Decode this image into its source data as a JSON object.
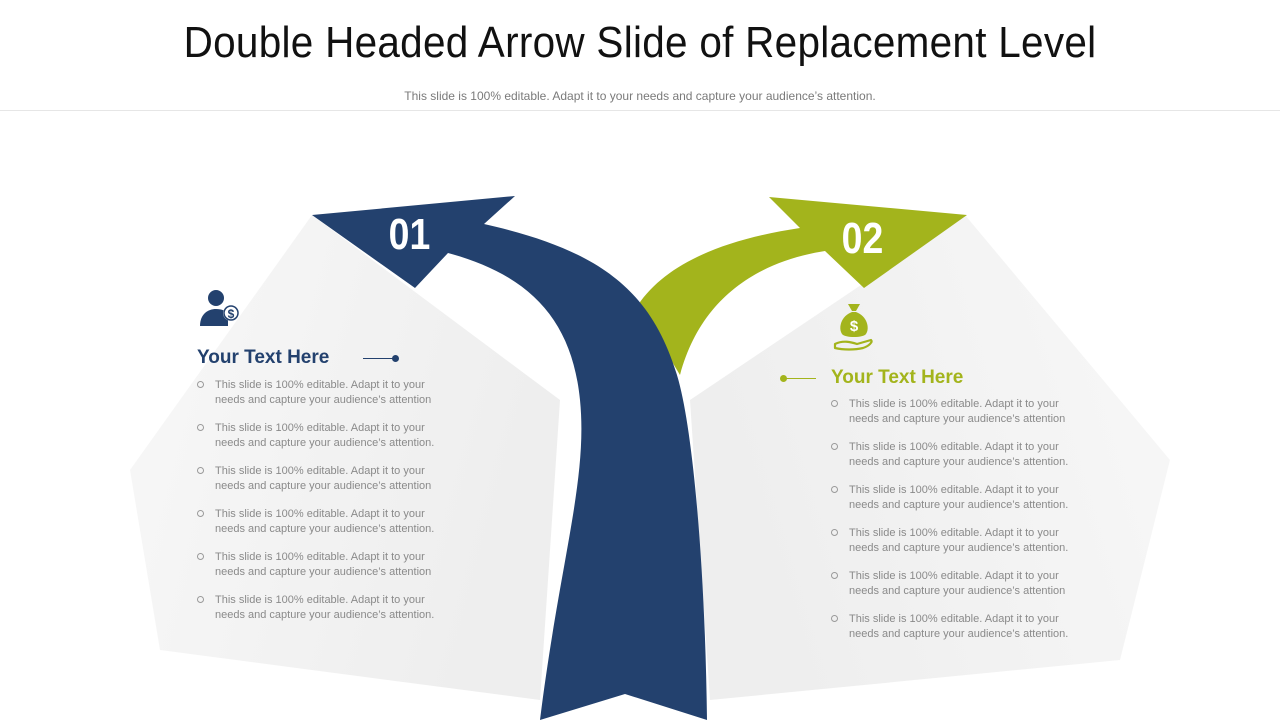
{
  "slide": {
    "title": "Double Headed Arrow Slide of Replacement Level",
    "subtitle": "This slide is 100% editable. Adapt it to your needs and capture your audience’s attention."
  },
  "colors": {
    "navy": "#23416e",
    "lime": "#a3b41c",
    "text_gray": "#8a8a8a"
  },
  "left": {
    "number": "01",
    "icon": "person-dollar-icon",
    "heading": "Your Text Here",
    "bullets": [
      "This slide is 100% editable. Adapt it to your needs and capture your audience’s attention",
      "This slide is 100% editable. Adapt it to your needs and capture your audience’s attention.",
      "This slide is 100% editable. Adapt it to your needs and capture your audience’s attention",
      "This slide is 100% editable. Adapt it to your needs and capture your audience’s attention.",
      "This slide is 100% editable. Adapt it to your needs and capture your audience’s attention",
      "This slide is 100% editable. Adapt it to your needs and capture your audience’s attention."
    ]
  },
  "right": {
    "number": "02",
    "icon": "money-bag-hand-icon",
    "heading": "Your Text Here",
    "bullets": [
      "This slide is 100% editable. Adapt it to your needs and capture your audience’s attention",
      "This slide is 100% editable. Adapt it to your needs and capture your audience’s attention.",
      "This slide is 100% editable. Adapt it to your needs and capture your audience’s attention.",
      "This slide is 100% editable. Adapt it to your needs and capture your audience’s attention.",
      "This slide is 100% editable. Adapt it to your needs and capture your audience’s attention",
      "This slide is 100% editable. Adapt it to your needs and capture your audience’s attention."
    ]
  }
}
